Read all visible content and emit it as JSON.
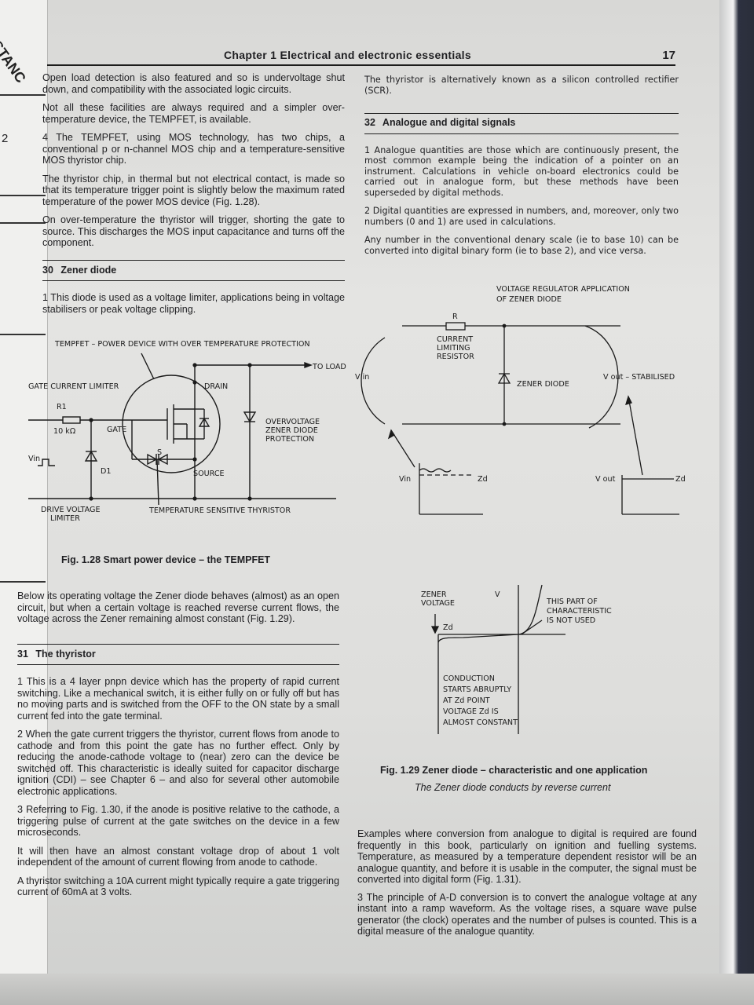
{
  "header": {
    "chapter_title": "Chapter 1 Electrical and electronic essentials",
    "page_number": "17"
  },
  "prev_page": {
    "tab_text": "STANC",
    "mark": "2"
  },
  "left_column": {
    "paragraphs": [
      "Open load detection is also featured and so is undervoltage shut down, and compatibility with the associated logic circuits.",
      "Not all these facilities are always required and a simpler over-temperature device, the TEMPFET, is available.",
      "4  The TEMPFET, using MOS technology, has two chips, a conventional p or n-channel MOS chip and a temperature-sensitive MOS thyristor chip.",
      "The thyristor chip, in thermal but not electrical contact, is made so that its temperature trigger point is slightly below the maximum rated temperature of the power MOS device (Fig. 1.28).",
      "On over-temperature the thyristor will trigger, shorting the gate to source. This discharges the MOS input capacitance and turns off the component."
    ],
    "section30": {
      "number": "30",
      "title": "Zener diode",
      "paragraph": "1  This diode is used as a voltage limiter, applications being in voltage stabilisers or peak voltage clipping."
    }
  },
  "fig128": {
    "labels": {
      "title": "TEMPFET – POWER DEVICE WITH OVER TEMPERATURE PROTECTION",
      "to_load": "TO LOAD",
      "gate_current_limiter": "GATE CURRENT LIMITER",
      "r1": "R1",
      "r1_value": "10 kΩ",
      "gate": "GATE",
      "drain": "DRAIN",
      "source": "SOURCE",
      "s": "S",
      "vin": "Vin",
      "d1": "D1",
      "overvoltage_1": "OVERVOLTAGE",
      "overvoltage_2": "ZENER DIODE",
      "overvoltage_3": "PROTECTION",
      "drive_1": "DRIVE VOLTAGE",
      "drive_2": "LIMITER",
      "temp_thyristor": "TEMPERATURE SENSITIVE THYRISTOR"
    },
    "caption": "Fig. 1.28 Smart power device – the TEMPFET"
  },
  "lower_left": {
    "intro": "Below its operating voltage the Zener diode behaves (almost) as an open circuit, but when a certain voltage is reached reverse current flows, the voltage across the Zener remaining almost constant (Fig. 1.29).",
    "section31": {
      "number": "31",
      "title": "The thyristor"
    },
    "paragraphs": [
      "1  This is a 4 layer pnpn device which has the property of rapid current switching. Like a mechanical switch, it is either fully on or fully off but has no moving parts and is switched from the OFF to the ON state by a small current fed into the gate terminal.",
      "2  When the gate current triggers the thyristor, current flows from anode to cathode and from this point the gate has no further effect. Only by reducing the anode-cathode voltage to (near) zero can the device be switched off. This characteristic is ideally suited for capacitor discharge ignition (CDI) – see Chapter 6 – and also for several other automobile electronic applications.",
      "3  Referring to Fig. 1.30, if the anode is positive relative to the cathode, a triggering pulse of current at the gate switches on the device in a few microseconds.",
      "It will then have an almost constant voltage drop of about 1 volt independent of the amount of current flowing from anode to cathode.",
      "A thyristor switching a 10A current might typically require a gate triggering current of 60mA at 3 volts."
    ]
  },
  "right_column": {
    "top_paragraph": "The thyristor is alternatively known as a silicon controlled rectifier (SCR).",
    "section32": {
      "number": "32",
      "title": "Analogue and digital signals"
    },
    "paragraphs": [
      "1  Analogue quantities are those which are continuously present, the most common example being the indication of a pointer on an instrument. Calculations in vehicle on-board electronics could be carried out in analogue form, but these methods have been superseded by digital methods.",
      "2  Digital quantities are expressed in numbers, and, moreover, only two numbers (0 and 1) are used in calculations.",
      "Any number in the conventional denary scale (ie to base 10) can be converted into digital binary form (ie to base 2), and vice versa."
    ]
  },
  "fig129": {
    "labels": {
      "app_title_1": "VOLTAGE REGULATOR APPLICATION",
      "app_title_2": "OF ZENER DIODE",
      "r": "R",
      "cl_1": "CURRENT",
      "cl_2": "LIMITING",
      "cl_3": "RESISTOR",
      "vin": "V in",
      "zener_diode": "ZENER DIODE",
      "vout_stab": "V out – STABILISED",
      "vin_graph": "Vin",
      "zd_1": "Zd",
      "vout_graph": "V out",
      "zd_2": "Zd",
      "zener_voltage_1": "ZENER",
      "zener_voltage_2": "VOLTAGE",
      "v": "V",
      "zd_3": "Zd",
      "not_used_1": "THIS PART OF",
      "not_used_2": "CHARACTERISTIC",
      "not_used_3": "IS NOT USED",
      "cond_1": "CONDUCTION",
      "cond_2": "STARTS ABRUPTLY",
      "cond_3": "AT Zd POINT",
      "cond_4": "VOLTAGE Zd IS",
      "cond_5": "ALMOST CONSTANT"
    },
    "caption": "Fig. 1.29 Zener diode – characteristic and one application",
    "caption_sub": "The Zener diode conducts by reverse current"
  },
  "lower_right": {
    "paragraphs": [
      "Examples where conversion from analogue to digital is required are found frequently in this book, particularly on ignition and fuelling systems. Temperature, as measured by a temperature dependent resistor will be an analogue quantity, and before it is usable in the computer, the signal must be converted into digital form (Fig. 1.31).",
      "3  The principle of A-D conversion is to convert the analogue voltage at any instant into a ramp waveform. As the voltage rises, a square wave pulse generator (the clock) operates and the number of pulses is counted. This is a digital measure of the analogue quantity."
    ]
  }
}
